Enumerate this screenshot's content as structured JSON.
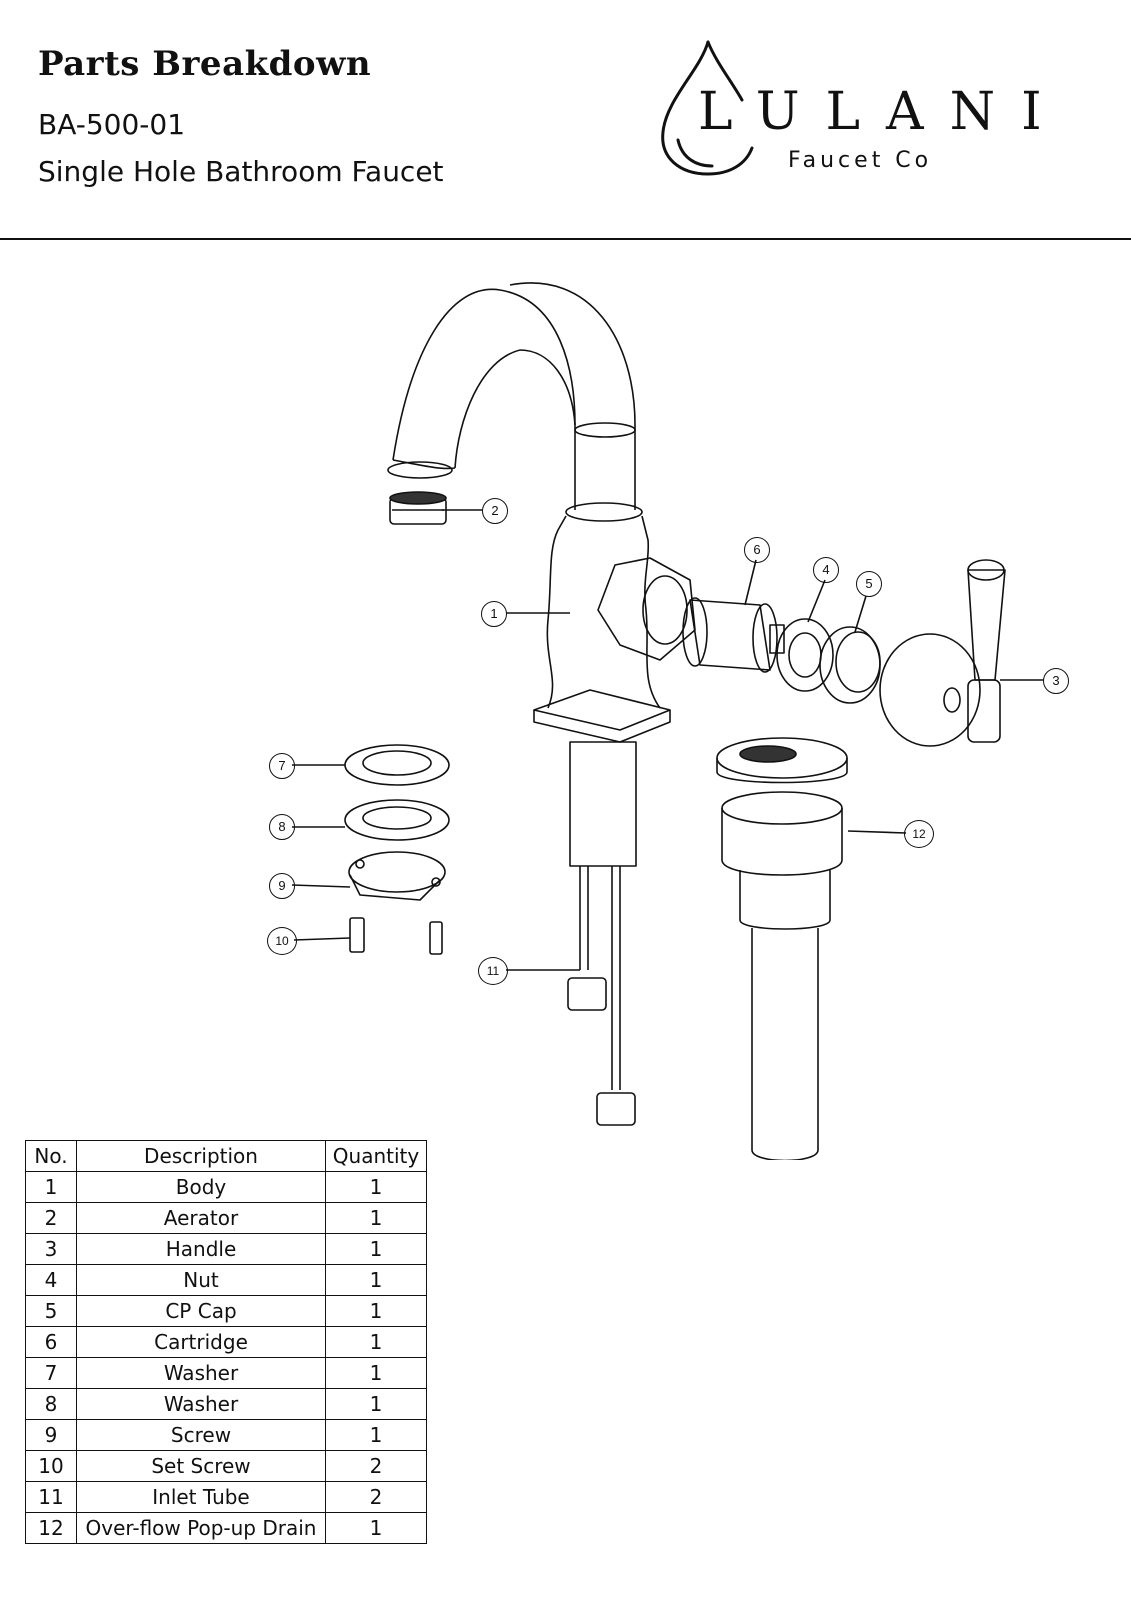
{
  "header": {
    "title": "Parts Breakdown",
    "model": "BA-500-01",
    "product": "Single Hole Bathroom Faucet"
  },
  "logo": {
    "brand": "LULANI",
    "tagline": "Faucet Co"
  },
  "callouts": [
    {
      "no": "1",
      "target": "Body"
    },
    {
      "no": "2",
      "target": "Aerator"
    },
    {
      "no": "3",
      "target": "Handle"
    },
    {
      "no": "4",
      "target": "Nut"
    },
    {
      "no": "5",
      "target": "CP Cap"
    },
    {
      "no": "6",
      "target": "Cartridge"
    },
    {
      "no": "7",
      "target": "Washer"
    },
    {
      "no": "8",
      "target": "Washer"
    },
    {
      "no": "9",
      "target": "Screw"
    },
    {
      "no": "10",
      "target": "Set Screw"
    },
    {
      "no": "11",
      "target": "Inlet Tube"
    },
    {
      "no": "12",
      "target": "Over-flow Pop-up Drain"
    }
  ],
  "parts_table": {
    "headers": [
      "No.",
      "Description",
      "Quantity"
    ],
    "rows": [
      [
        "1",
        "Body",
        "1"
      ],
      [
        "2",
        "Aerator",
        "1"
      ],
      [
        "3",
        "Handle",
        "1"
      ],
      [
        "4",
        "Nut",
        "1"
      ],
      [
        "5",
        "CP Cap",
        "1"
      ],
      [
        "6",
        "Cartridge",
        "1"
      ],
      [
        "7",
        "Washer",
        "1"
      ],
      [
        "8",
        "Washer",
        "1"
      ],
      [
        "9",
        "Screw",
        "1"
      ],
      [
        "10",
        "Set Screw",
        "2"
      ],
      [
        "11",
        "Inlet Tube",
        "2"
      ],
      [
        "12",
        "Over-flow Pop-up Drain",
        "1"
      ]
    ]
  }
}
